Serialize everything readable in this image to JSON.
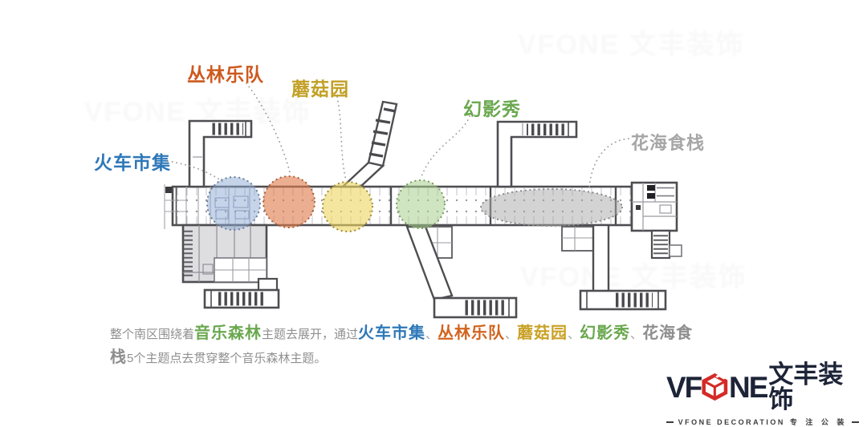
{
  "diagram": {
    "title_theme": "音乐森林",
    "zones": [
      {
        "name": "火车市集",
        "label_color": "#2e78b8",
        "circle_fill": "#8daad4",
        "circle_stroke": "#6b7f9e"
      },
      {
        "name": "丛林乐队",
        "label_color": "#cd5a1f",
        "circle_fill": "#e07d4e",
        "circle_stroke": "#a8623c"
      },
      {
        "name": "蘑菇园",
        "label_color": "#c2a026",
        "circle_fill": "#eed55f",
        "circle_stroke": "#9e8e3a"
      },
      {
        "name": "幻影秀",
        "label_color": "#6aa84f",
        "circle_fill": "#a7ce8c",
        "circle_stroke": "#7a9e61"
      },
      {
        "name": "花海食栈",
        "label_color": "#a6a6a6",
        "circle_fill": "#a8a8a8",
        "circle_stroke": "#8c8c8c"
      }
    ],
    "caption": {
      "line1": [
        {
          "text": "整个南区围绕着",
          "color": "#909090"
        },
        {
          "text": "音乐森林",
          "color": "#6aa84f"
        },
        {
          "text": "主题去展开，通过",
          "color": "#909090"
        },
        {
          "text": "火车市集",
          "color": "#2e78b8"
        },
        {
          "text": "、",
          "color": "#a0a0a0"
        },
        {
          "text": "丛林乐队",
          "color": "#d2641e"
        },
        {
          "text": "、",
          "color": "#a0a0a0"
        },
        {
          "text": "蘑菇园",
          "color": "#c9a227"
        },
        {
          "text": "、",
          "color": "#a0a0a0"
        },
        {
          "text": "幻影秀",
          "color": "#6aa84f"
        },
        {
          "text": "、",
          "color": "#a0a0a0"
        },
        {
          "text": "花海食",
          "color": "#8e8e8e"
        }
      ],
      "line2": [
        {
          "text": "栈",
          "color": "#8e8e8e"
        },
        {
          "text": "5个主题点去贯穿整个音乐森林主题。",
          "color": "#909090"
        }
      ]
    }
  },
  "logo": {
    "wordmark_left": "VF",
    "wordmark_right": "NE",
    "cn_name": "文丰装饰",
    "tagline_en": "VFONE  DECORATION",
    "tagline_cn": "专 注 公 装",
    "brand_red": "#d42b26",
    "brand_dark": "#1d2438"
  },
  "watermark": {
    "text": "VFONE 文丰装饰"
  }
}
